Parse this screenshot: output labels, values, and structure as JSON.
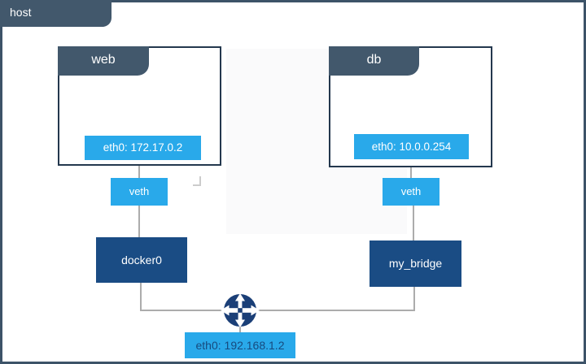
{
  "diagram": {
    "host_label": "host",
    "host_interface_label": "eth0: 192.168.1.2",
    "containers": {
      "web": {
        "title": "web",
        "interface_label": "eth0: 172.17.0.2",
        "veth_label": "veth",
        "bridge_label": "docker0"
      },
      "db": {
        "title": "db",
        "interface_label": "eth0: 10.0.0.254",
        "veth_label": "veth",
        "bridge_label": "my_bridge"
      }
    },
    "icons": {
      "router_icon": "four-way-routing-arrows"
    },
    "colors": {
      "slate_tab": "#42586C",
      "outer_border": "#3D5368",
      "container_border": "#24384E",
      "accent_blue": "#29A9EA",
      "navy_box": "#1A4C84",
      "router_navy": "#1B3F77",
      "line_gray": "#ACACAC",
      "host_interface_text": "#174A7E"
    }
  }
}
